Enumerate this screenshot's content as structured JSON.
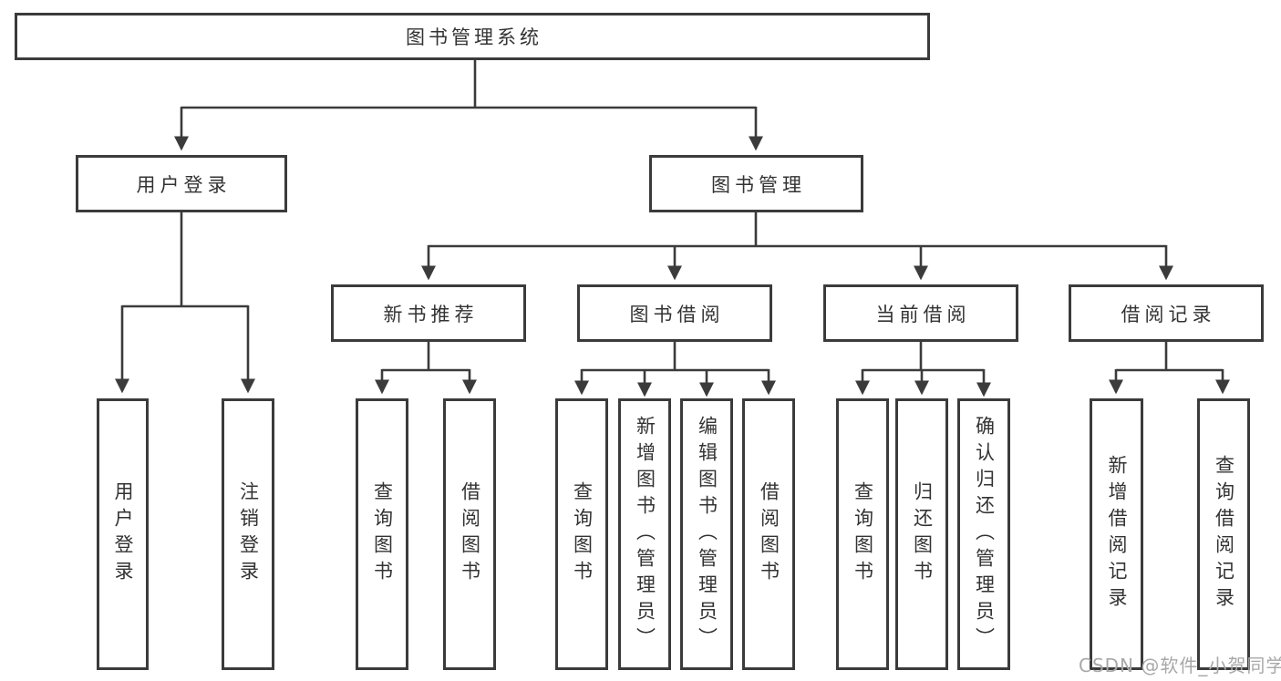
{
  "colors": {
    "line": "#3b3b3b",
    "text": "#333333",
    "box_bg": "#ffffff",
    "watermark": "#a8a8a8"
  },
  "diagram": {
    "root": {
      "label": "图书管理系统"
    },
    "level2": [
      {
        "label": "用户登录"
      },
      {
        "label": "图书管理"
      }
    ],
    "level3": [
      {
        "label": "新书推荐"
      },
      {
        "label": "图书借阅"
      },
      {
        "label": "当前借阅"
      },
      {
        "label": "借阅记录"
      }
    ],
    "leaves": [
      {
        "parent": "用户登录",
        "label": "用户登录"
      },
      {
        "parent": "用户登录",
        "label": "注销登录"
      },
      {
        "parent": "新书推荐",
        "label": "查询图书"
      },
      {
        "parent": "新书推荐",
        "label": "借阅图书"
      },
      {
        "parent": "图书借阅",
        "label": "查询图书"
      },
      {
        "parent": "图书借阅",
        "label": "新增图书（管理员）"
      },
      {
        "parent": "图书借阅",
        "label": "编辑图书（管理员）"
      },
      {
        "parent": "图书借阅",
        "label": "借阅图书"
      },
      {
        "parent": "当前借阅",
        "label": "查询图书"
      },
      {
        "parent": "当前借阅",
        "label": "归还图书"
      },
      {
        "parent": "当前借阅",
        "label": "确认归还（管理员）"
      },
      {
        "parent": "借阅记录",
        "label": "新增借阅记录"
      },
      {
        "parent": "借阅记录",
        "label": "查询借阅记录"
      }
    ]
  },
  "watermark": "CSDN @软件_小贺同学"
}
